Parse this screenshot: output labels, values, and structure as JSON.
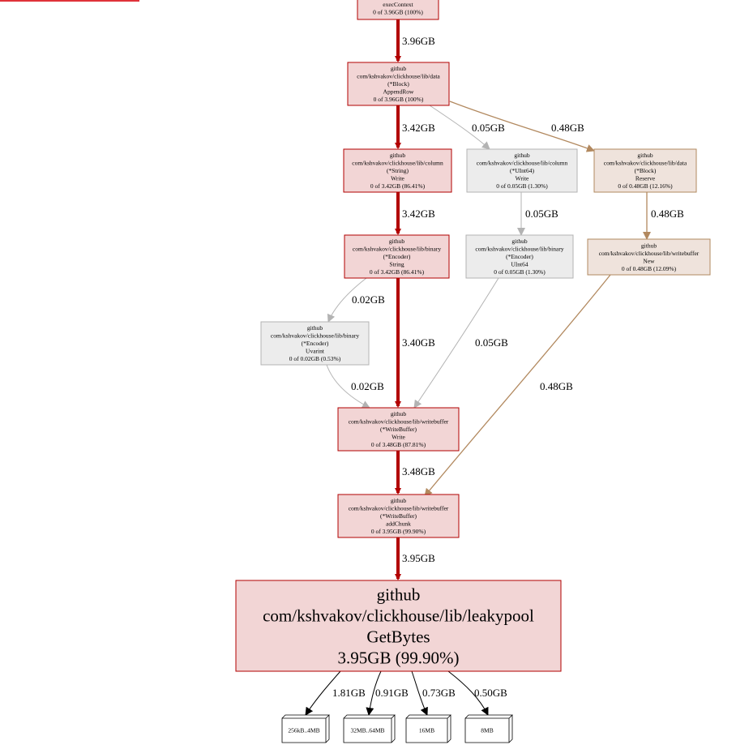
{
  "colors": {
    "hot_fill": "#f2d5d5",
    "hot_stroke": "#b20000",
    "hot_edge": "#b20000",
    "cold_fill": "#ececec",
    "cold_stroke": "#b3b3b3",
    "cold_edge": "#b3b3b3",
    "warm_fill": "#efe3dc",
    "warm_stroke": "#b2895f",
    "warm_edge": "#b2895f",
    "top_accent": "#e0323a"
  },
  "nodes": {
    "exec": {
      "lines": [
        "execContext",
        "0 of 3.96GB (100%)"
      ],
      "style": "hot"
    },
    "append_row": {
      "lines": [
        "github",
        "com/kshvakov/clickhouse/lib/data",
        "(*Block)",
        "AppendRow",
        "0 of 3.96GB (100%)"
      ],
      "style": "hot"
    },
    "col_string": {
      "lines": [
        "github",
        "com/kshvakov/clickhouse/lib/column",
        "(*String)",
        "Write",
        "0 of 3.42GB (86.41%)"
      ],
      "style": "hot"
    },
    "col_uint64": {
      "lines": [
        "github",
        "com/kshvakov/clickhouse/lib/column",
        "(*UInt64)",
        "Write",
        "0 of 0.05GB (1.30%)"
      ],
      "style": "cold"
    },
    "block_reserve": {
      "lines": [
        "github",
        "com/kshvakov/clickhouse/lib/data",
        "(*Block)",
        "Reserve",
        "0 of 0.48GB (12.16%)"
      ],
      "style": "warm"
    },
    "enc_string": {
      "lines": [
        "github",
        "com/kshvakov/clickhouse/lib/binary",
        "(*Encoder)",
        "String",
        "0 of 3.42GB (86.41%)"
      ],
      "style": "hot"
    },
    "enc_uint64": {
      "lines": [
        "github",
        "com/kshvakov/clickhouse/lib/binary",
        "(*Encoder)",
        "UInt64",
        "0 of 0.05GB (1.30%)"
      ],
      "style": "cold"
    },
    "wb_new": {
      "lines": [
        "github",
        "com/kshvakov/clickhouse/lib/writebuffer",
        "New",
        "0 of 0.48GB (12.09%)"
      ],
      "style": "warm"
    },
    "enc_uvarint": {
      "lines": [
        "github",
        "com/kshvakov/clickhouse/lib/binary",
        "(*Encoder)",
        "Uvarint",
        "0 of 0.02GB (0.53%)"
      ],
      "style": "cold"
    },
    "wb_write": {
      "lines": [
        "github",
        "com/kshvakov/clickhouse/lib/writebuffer",
        "(*WriteBuffer)",
        "Write",
        "0 of 3.48GB (87.81%)"
      ],
      "style": "hot"
    },
    "wb_addchunk": {
      "lines": [
        "github",
        "com/kshvakov/clickhouse/lib/writebuffer",
        "(*WriteBuffer)",
        "addChunk",
        "0 of 3.95GB (99.90%)"
      ],
      "style": "hot"
    },
    "leakypool": {
      "lines": [
        "github",
        "com/kshvakov/clickhouse/lib/leakypool",
        "GetBytes",
        "3.95GB (99.90%)"
      ],
      "style": "hot"
    },
    "tag_256kb": {
      "lines": [
        "256kB..4MB"
      ],
      "style": "tag"
    },
    "tag_32mb": {
      "lines": [
        "32MB..64MB"
      ],
      "style": "tag"
    },
    "tag_16mb": {
      "lines": [
        "16MB"
      ],
      "style": "tag"
    },
    "tag_8mb": {
      "lines": [
        "8MB"
      ],
      "style": "tag"
    }
  },
  "edges": [
    {
      "from": "exec",
      "to": "append_row",
      "label": "3.96GB",
      "style": "hot"
    },
    {
      "from": "append_row",
      "to": "col_string",
      "label": "3.42GB",
      "style": "hot"
    },
    {
      "from": "append_row",
      "to": "col_uint64",
      "label": "0.05GB",
      "style": "cold"
    },
    {
      "from": "append_row",
      "to": "block_reserve",
      "label": "0.48GB",
      "style": "warm"
    },
    {
      "from": "col_string",
      "to": "enc_string",
      "label": "3.42GB",
      "style": "hot"
    },
    {
      "from": "col_uint64",
      "to": "enc_uint64",
      "label": "0.05GB",
      "style": "cold"
    },
    {
      "from": "block_reserve",
      "to": "wb_new",
      "label": "0.48GB",
      "style": "warm"
    },
    {
      "from": "enc_string",
      "to": "enc_uvarint",
      "label": "0.02GB",
      "style": "cold"
    },
    {
      "from": "enc_string",
      "to": "wb_write",
      "label": "3.40GB",
      "style": "hot"
    },
    {
      "from": "enc_uint64",
      "to": "wb_write",
      "label": "0.05GB",
      "style": "cold"
    },
    {
      "from": "enc_uvarint",
      "to": "wb_write",
      "label": "0.02GB",
      "style": "cold"
    },
    {
      "from": "wb_new",
      "to": "wb_addchunk",
      "label": "0.48GB",
      "style": "warm"
    },
    {
      "from": "wb_write",
      "to": "wb_addchunk",
      "label": "3.48GB",
      "style": "hot"
    },
    {
      "from": "wb_addchunk",
      "to": "leakypool",
      "label": "3.95GB",
      "style": "hot"
    },
    {
      "from": "leakypool",
      "to": "tag_256kb",
      "label": "1.81GB",
      "style": "tag"
    },
    {
      "from": "leakypool",
      "to": "tag_32mb",
      "label": "0.91GB",
      "style": "tag"
    },
    {
      "from": "leakypool",
      "to": "tag_16mb",
      "label": "0.73GB",
      "style": "tag"
    },
    {
      "from": "leakypool",
      "to": "tag_8mb",
      "label": "0.50GB",
      "style": "tag"
    }
  ]
}
